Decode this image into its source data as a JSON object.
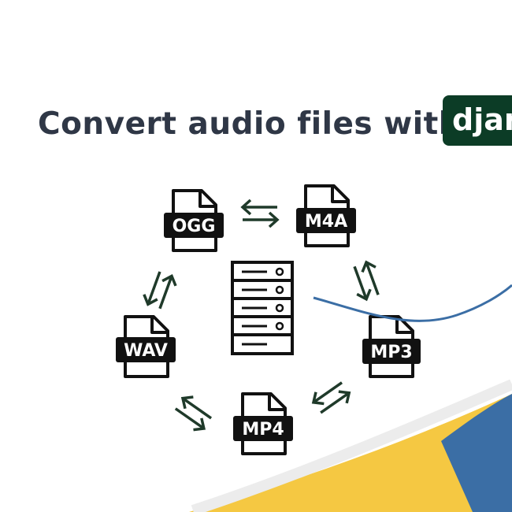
{
  "headline": "Convert audio files with",
  "brand_badge": "djan",
  "colors": {
    "text_dark": "#2f3746",
    "django_green": "#0c3c26",
    "arrow_green": "#1f3a2a",
    "python_blue": "#3b6ea5",
    "python_yellow": "#f5c842"
  },
  "formats": {
    "ogg": "OGG",
    "m4a": "M4A",
    "wav": "WAV",
    "mp3": "MP3",
    "mp4": "MP4"
  },
  "icons": {
    "server": "server-icon",
    "file": "file-icon",
    "swap_arrows": "bidirectional-arrows-icon"
  }
}
